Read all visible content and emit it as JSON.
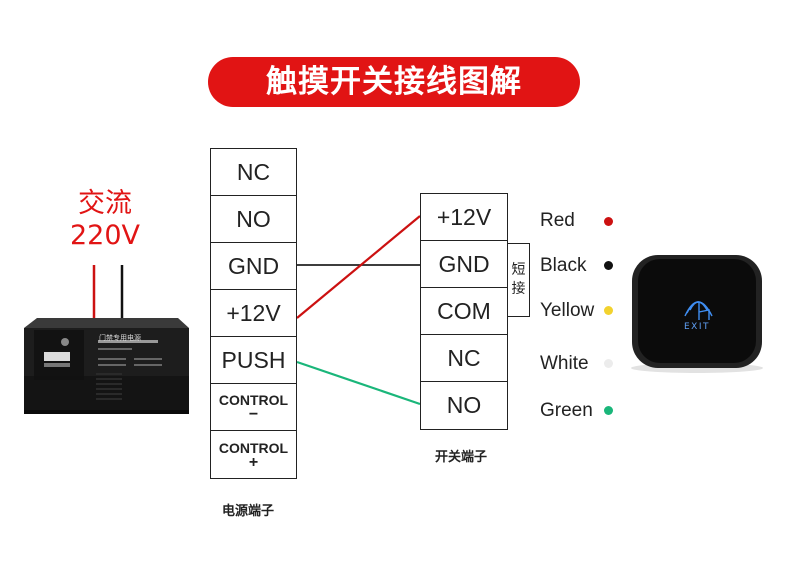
{
  "title": "触摸开关接线图解",
  "ac_power": {
    "line1": "交流",
    "line2": "220V"
  },
  "power_supply_label": "门禁专用电源",
  "power_terminal": {
    "caption": "电源端子",
    "cells": [
      {
        "label": "NC"
      },
      {
        "label": "NO"
      },
      {
        "label": "GND"
      },
      {
        "label": "+12V"
      },
      {
        "label": "PUSH"
      },
      {
        "label": "CONTROL",
        "sign": "−"
      },
      {
        "label": "CONTROL",
        "sign": "+"
      }
    ]
  },
  "switch_terminal": {
    "caption": "开关端子",
    "cells": [
      {
        "label": "+12V"
      },
      {
        "label": "GND"
      },
      {
        "label": "COM"
      },
      {
        "label": "NC"
      },
      {
        "label": "NO"
      }
    ],
    "short_label": {
      "line1": "短",
      "line2": "接"
    }
  },
  "wire_colors": [
    {
      "name": "Red",
      "color": "#cc1111"
    },
    {
      "name": "Black",
      "color": "#111111"
    },
    {
      "name": "Yellow",
      "color": "#f2d22e"
    },
    {
      "name": "White",
      "color": "#ececec"
    },
    {
      "name": "Green",
      "color": "#1ab67a"
    }
  ],
  "exit_button": {
    "text": "EXIT"
  }
}
